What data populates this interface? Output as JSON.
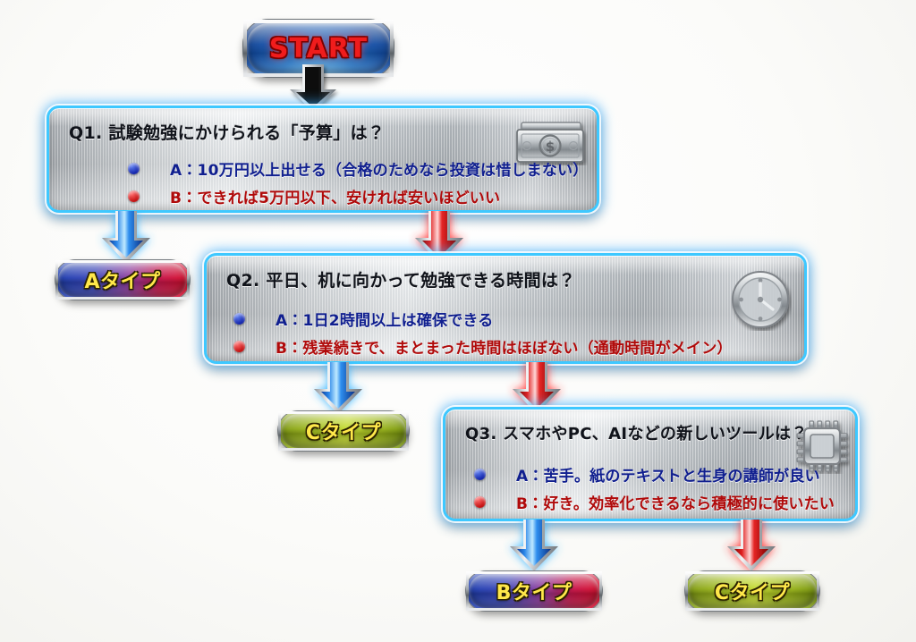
{
  "diagram": {
    "title": "START",
    "background_color": "#fafaf8",
    "panel_border_color": "#3ec8ff"
  },
  "start": {
    "label": "START",
    "text_color": "#f01c1c"
  },
  "questions": [
    {
      "id": "q1",
      "title": "Q1. 試験勉強にかけられる「予算」は？",
      "icon": "money-icon",
      "options": [
        {
          "key": "A",
          "color": "#101f8f",
          "text": "A：10万円以上出せる（合格のためなら投資は惜しまない）"
        },
        {
          "key": "B",
          "color": "#b00a0a",
          "text": "B：できれば5万円以下、安ければ安いほどいい"
        }
      ]
    },
    {
      "id": "q2",
      "title": "Q2. 平日、机に向かって勉強できる時間は？",
      "icon": "clock-icon",
      "options": [
        {
          "key": "A",
          "color": "#101f8f",
          "text": "A：1日2時間以上は確保できる"
        },
        {
          "key": "B",
          "color": "#b00a0a",
          "text": "B：残業続きで、まとまった時間はほぼない（通動時間がメイン）"
        }
      ]
    },
    {
      "id": "q3",
      "title": "Q3. スマホやPC、AIなどの新しいツールは？",
      "icon": "cpu-chip-icon",
      "options": [
        {
          "key": "A",
          "color": "#101f8f",
          "text": "A：苦手。紙のテキストと生身の講師が良い"
        },
        {
          "key": "B",
          "color": "#b00a0a",
          "text": "B：好き。効率化できるなら積極的に使いたい"
        }
      ]
    }
  ],
  "results": [
    {
      "id": "result-a",
      "label": "Aタイプ",
      "style": "blue-red"
    },
    {
      "id": "result-c1",
      "label": "Cタイプ",
      "style": "green"
    },
    {
      "id": "result-b",
      "label": "Bタイプ",
      "style": "blue-red"
    },
    {
      "id": "result-c2",
      "label": "Cタイプ",
      "style": "green"
    }
  ],
  "arrows": [
    {
      "id": "arrow-start-to-q1",
      "color": "black",
      "from": "START",
      "to": "Q1"
    },
    {
      "id": "arrow-q1-a",
      "color": "blue",
      "from": "Q1",
      "to": "Aタイプ"
    },
    {
      "id": "arrow-q1-b",
      "color": "red",
      "from": "Q1",
      "to": "Q2"
    },
    {
      "id": "arrow-q2-a",
      "color": "blue",
      "from": "Q2",
      "to": "Cタイプ"
    },
    {
      "id": "arrow-q2-b",
      "color": "red",
      "from": "Q2",
      "to": "Q3"
    },
    {
      "id": "arrow-q3-a",
      "color": "blue",
      "from": "Q3",
      "to": "Bタイプ"
    },
    {
      "id": "arrow-q3-b",
      "color": "red",
      "from": "Q3",
      "to": "Cタイプ"
    }
  ]
}
